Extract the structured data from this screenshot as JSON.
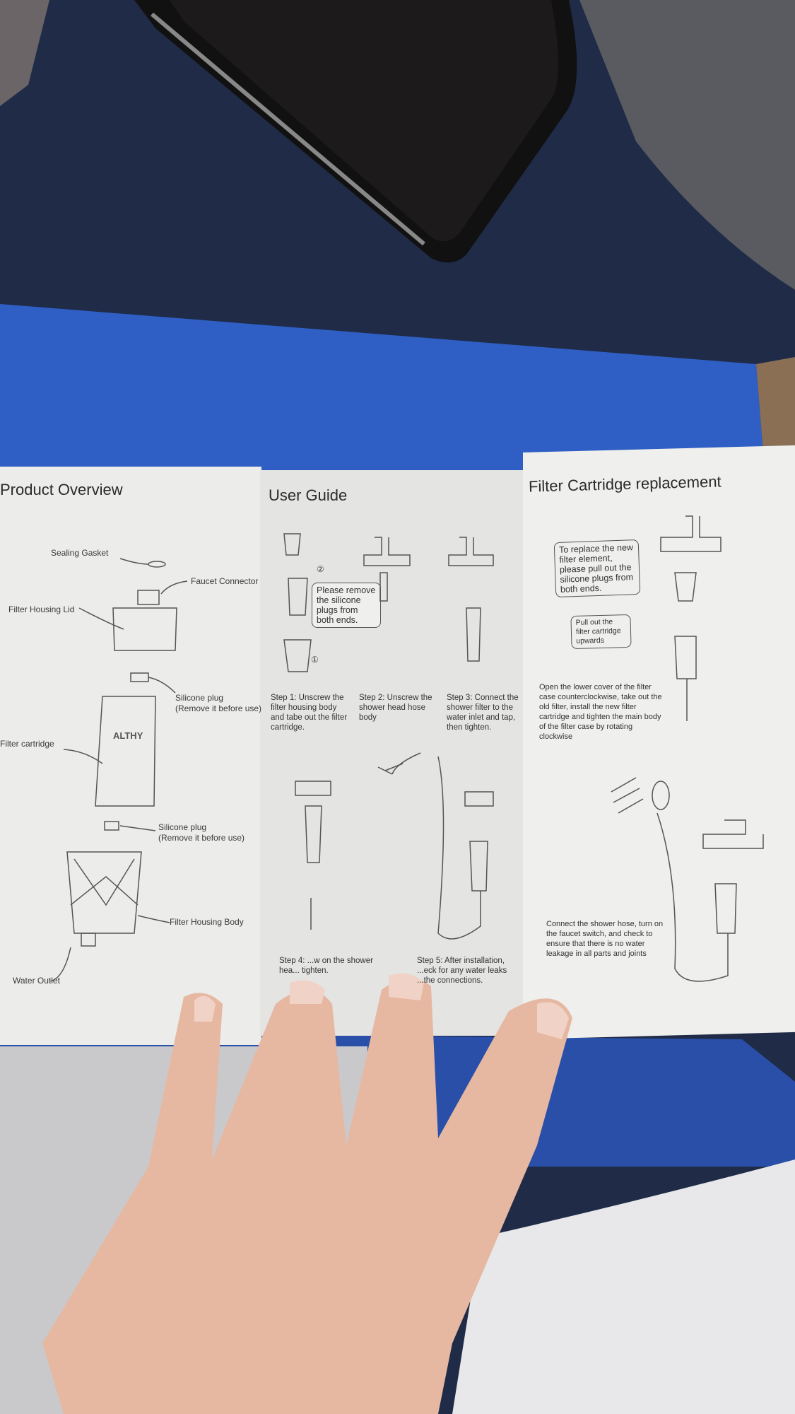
{
  "product_overview": {
    "title": "Product Overview",
    "brand_logo": "ALTHY",
    "labels": {
      "sealing_gasket": "Sealing Gasket",
      "faucet_connector": "Faucet Connector",
      "filter_housing_lid": "Filter Housing Lid",
      "silicone_plug_top": "Silicone plug",
      "silicone_plug_top_note": "(Remove it before use)",
      "filter_cartridge": "Filter cartridge",
      "silicone_plug_bottom": "Silicone plug",
      "silicone_plug_bottom_note": "(Remove it before use)",
      "filter_housing_body": "Filter Housing Body",
      "water_outlet": "Water Outlet"
    }
  },
  "user_guide": {
    "title": "User Guide",
    "callout": "Please remove the silicone plugs from both ends.",
    "steps": [
      "Step 1: Unscrew the filter housing body and tabe out the filter cartridge.",
      "Step 2: Unscrew the shower head hose body",
      "Step 3: Connect the shower filter to the water inlet and tap, then tighten.",
      "Step 4: ...w on the shower hea... tighten.",
      "Step 5: After installation, ...eck for any water leaks ...the connections."
    ],
    "markers": [
      "①",
      "②"
    ]
  },
  "replacement": {
    "title": "Filter Cartridge replacement",
    "callout": "To replace the new filter element, please pull out the silicone plugs from both ends.",
    "pull_callout": "Pull out the filter cartridge upwards",
    "open_text": "Open the lower cover of the filter case counterclockwise, take out the old filter, install the new filter cartridge and tighten the main body of the filter case by rotating clockwise",
    "connect_text": "Connect the shower hose, turn on the faucet switch, and check to ensure that there is no water leakage in all parts and joints"
  },
  "colors": {
    "box_blue": "#2f5fc4",
    "fabric": "#1f2d4d",
    "paper": "#ececea",
    "skin": "#e6b8a2"
  }
}
